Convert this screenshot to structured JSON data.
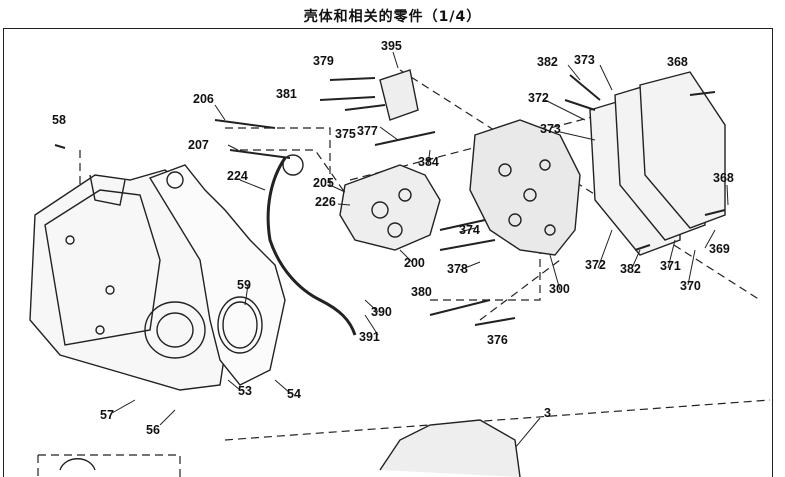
{
  "title": "壳体和相关的零件（1/4）",
  "callouts": {
    "c58": "58",
    "c206": "206",
    "c207": "207",
    "c224": "224",
    "c205": "205",
    "c226": "226",
    "c379": "379",
    "c381": "381",
    "c395": "395",
    "c375": "375",
    "c377": "377",
    "c384": "384",
    "c382a": "382",
    "c373a": "373",
    "c368a": "368",
    "c372a": "372",
    "c373b": "373",
    "c368b": "368",
    "c374": "374",
    "c378": "378",
    "c200": "200",
    "c300": "300",
    "c372b": "372",
    "c382b": "382",
    "c371": "371",
    "c369": "369",
    "c370": "370",
    "c59": "59",
    "c380": "380",
    "c390": "390",
    "c391": "391",
    "c376": "376",
    "c53": "53",
    "c54": "54",
    "c57": "57",
    "c56": "56",
    "c3": "3"
  }
}
